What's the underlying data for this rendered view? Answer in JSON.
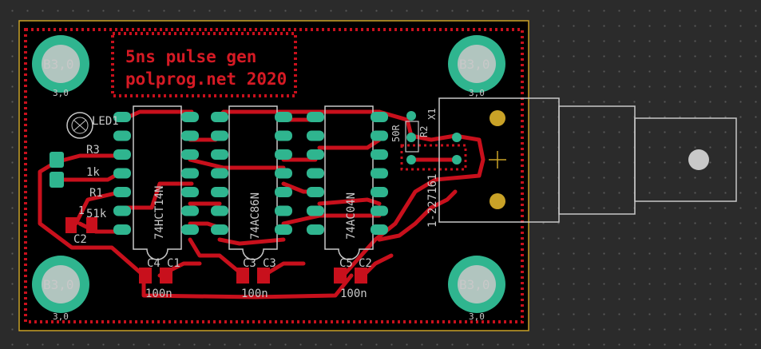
{
  "title_line1": "5ns pulse gen",
  "title_line2": "polprog.net 2020",
  "mount_holes": [
    {
      "label": "B3,0",
      "sub": "3,0"
    },
    {
      "label": "B3,0",
      "sub": "3,0"
    },
    {
      "label": "B3,0",
      "sub": "3,0"
    },
    {
      "label": "B3,0",
      "sub": "3,0"
    }
  ],
  "ics": [
    {
      "ref": "74HCT14N"
    },
    {
      "ref": "74AC86N"
    },
    {
      "ref": "74AC04N"
    }
  ],
  "parts": {
    "led": "LED1",
    "r3": "R3",
    "r3_val": "1k",
    "r1": "R1",
    "r1_pre": "1",
    "r1_val": "51k",
    "c2": "C2",
    "c4": "C4",
    "c1": "C1",
    "c3": "C3",
    "c5": "C5",
    "c2b": "C2",
    "cap1_val": "100n",
    "cap2_val": "100n",
    "cap3_val": "100n",
    "x1": "X1",
    "r2": "R2",
    "r2_val": "50R",
    "conn": "1-227161"
  },
  "colors": {
    "board_bg": "#000000",
    "copper": "#c8101c",
    "pad": "#2fb58f",
    "silk": "#c8c8c8",
    "outline": "#c9a227"
  }
}
